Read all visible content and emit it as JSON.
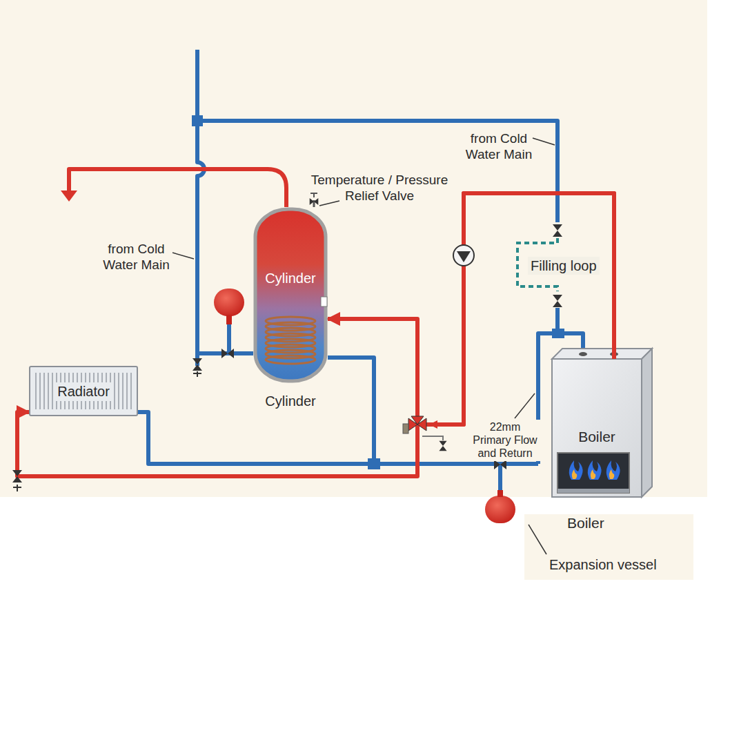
{
  "diagram": {
    "nodes": [
      {
        "text": [
          "Cylinder",
          "Cylinder"
        ]
      },
      {
        "text": [
          "Radiator"
        ]
      },
      {
        "text": [
          "Boiler"
        ]
      }
    ],
    "edges": [
      {
        "from": 2,
        "to": 0,
        "arrow": "to"
      },
      {
        "from": 2,
        "to": 1,
        "arrow": "to"
      }
    ],
    "labels": [
      "from Cold Water Main",
      "Temperature / Pressure Relief Valve",
      "from Cold Water Main",
      "Filling loop",
      "22mm Primary Flow and Return",
      "Boiler",
      "Expansion vessel"
    ]
  }
}
